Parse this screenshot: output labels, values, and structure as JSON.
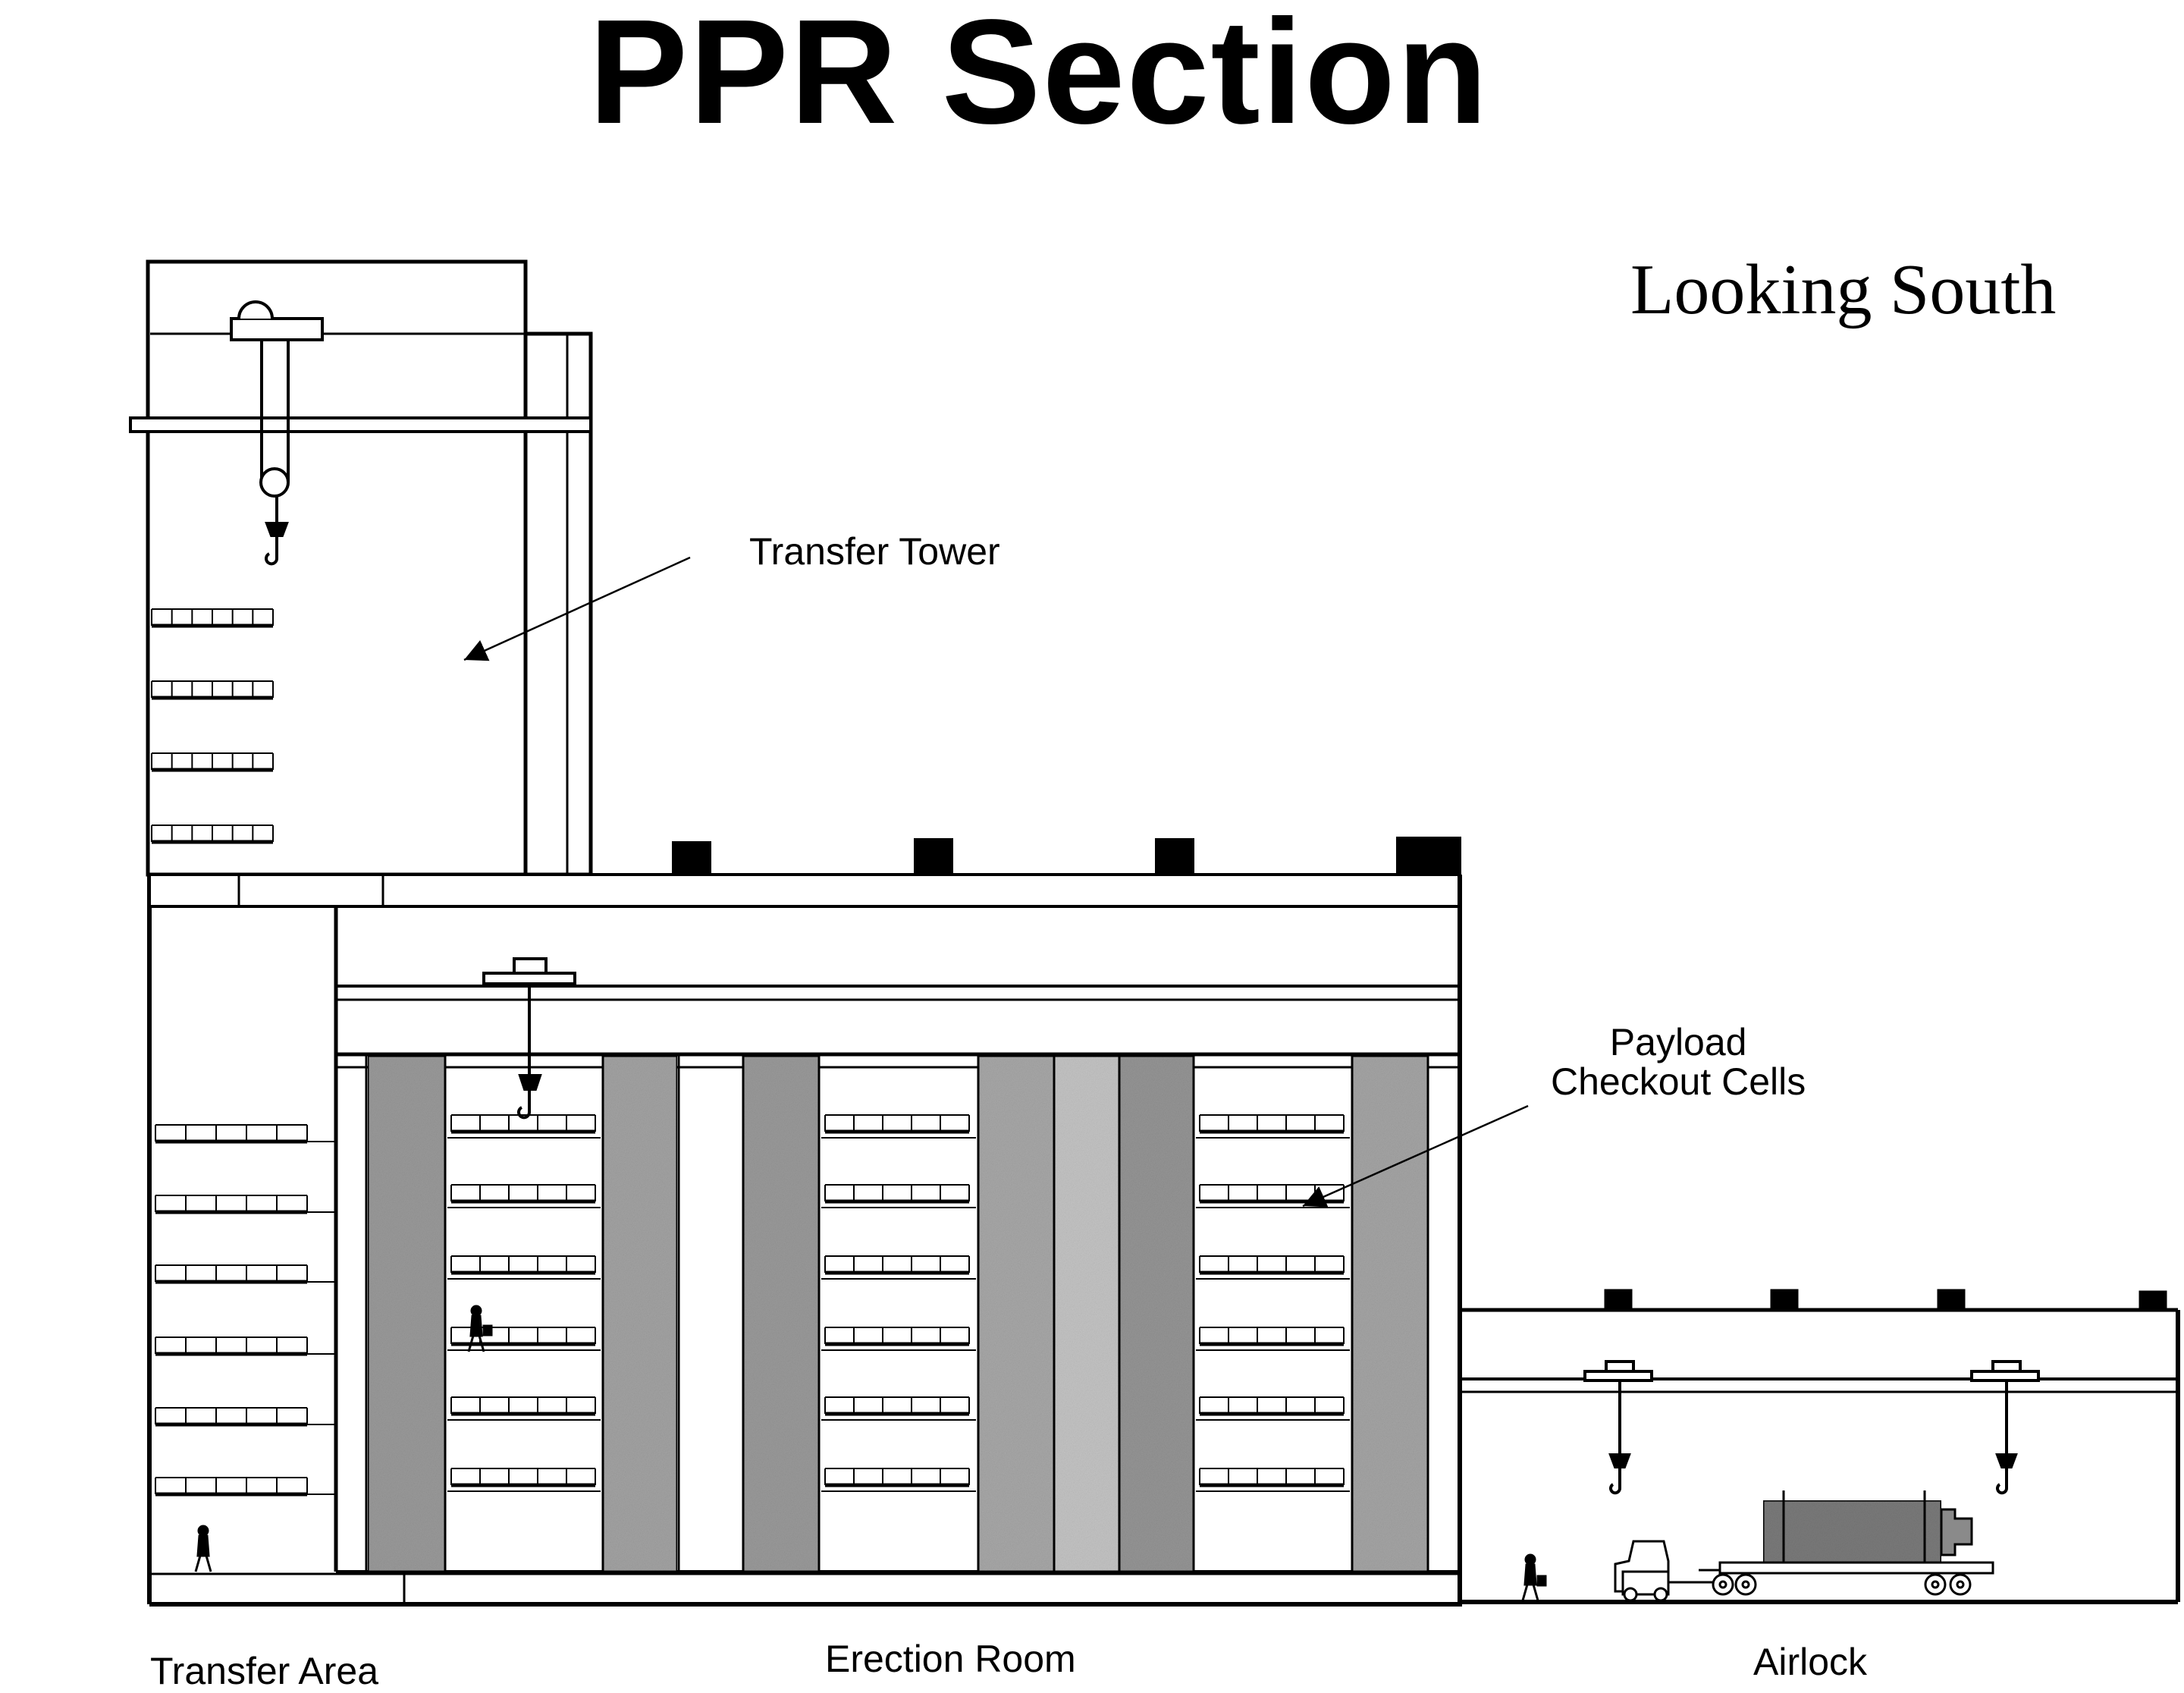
{
  "title": "PPR Section",
  "orientation": "Looking South",
  "labels": {
    "transfer_tower": "Transfer Tower",
    "payload_cells_line1": "Payload",
    "payload_cells_line2": "Checkout Cells",
    "transfer_area": "Transfer Area",
    "erection_room": "Erection Room",
    "airlock": "Airlock"
  },
  "colors": {
    "line": "#000000",
    "background": "#ffffff",
    "shaded_column": "#9a9a9a",
    "shaded_column_light": "#c4c4c4",
    "canister": "#7a7a7a"
  }
}
